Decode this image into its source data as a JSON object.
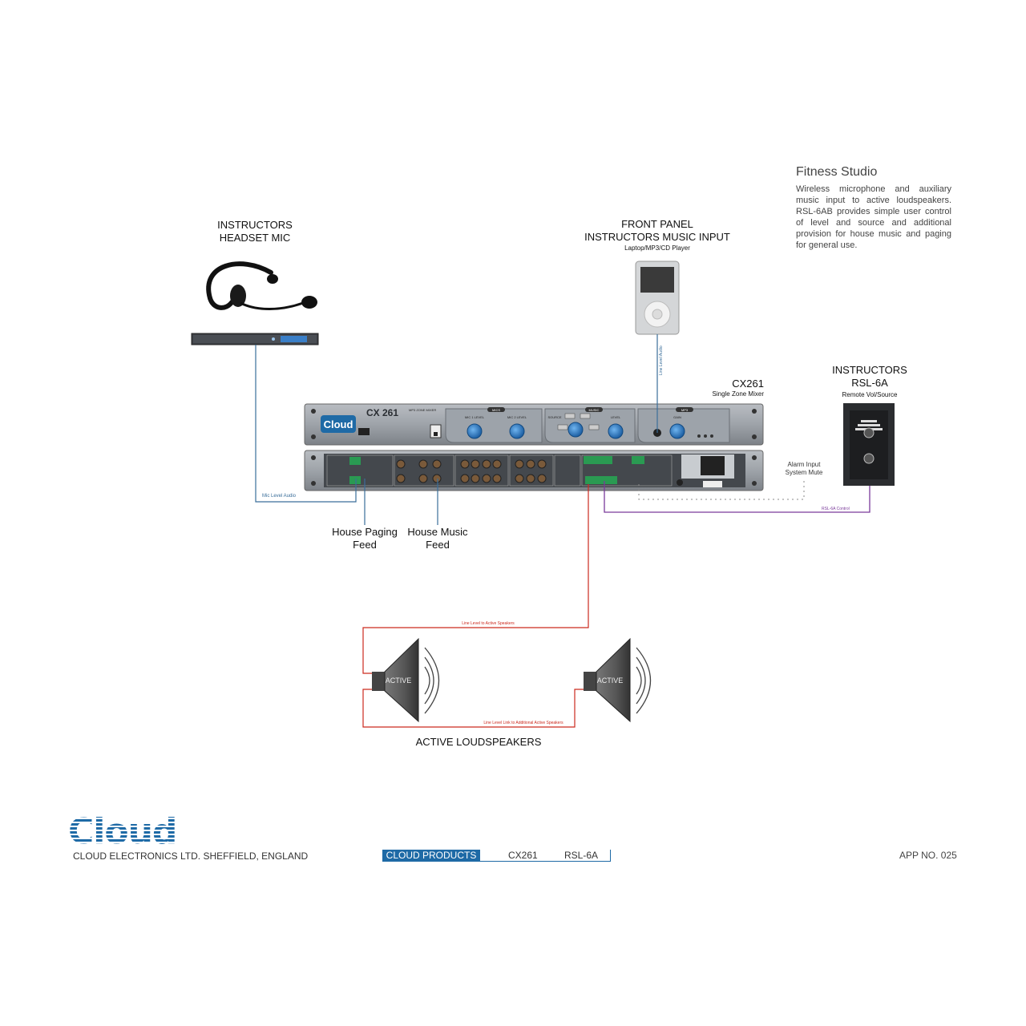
{
  "description": {
    "title": "Fitness Studio",
    "body": "Wireless microphone and auxiliary music input to active loudspeakers. RSL-6AB provides simple user control of level and source and additional provision for house music and paging for general use."
  },
  "headset": {
    "title_line1": "INSTRUCTORS",
    "title_line2": "HEADSET MIC"
  },
  "music_input": {
    "line1": "FRONT PANEL",
    "line2": "INSTRUCTORS MUSIC INPUT",
    "sub": "Laptop/MP3/CD Player"
  },
  "mixer": {
    "name": "CX261",
    "subtitle": "Single Zone Mixer",
    "model_text": "CX 261",
    "brand": "Cloud",
    "panel_label": "MP3 ZONE MIXER",
    "mic1_level": "MIC 1 LEVEL",
    "mic2_level": "MIC 2 LEVEL",
    "source": "SOURCE",
    "level": "LEVEL",
    "gain": "GAIN",
    "mics": "MICS",
    "music": "MUSIC",
    "mp3": "MP3"
  },
  "rsl": {
    "line1": "INSTRUCTORS",
    "line2": "RSL-6A",
    "sub": "Remote Vol/Source"
  },
  "labels": {
    "mic_level_audio": "Mic Level Audio",
    "line_level_audio": "Line Level Audio",
    "alarm_input": "Alarm Input",
    "system_mute": "System Mute",
    "rsl_control": "RSL-6A Control",
    "house_paging_1": "House Paging",
    "house_paging_2": "Feed",
    "house_music_1": "House Music",
    "house_music_2": "Feed",
    "line_level_active": "Line Level to Active Speakers",
    "line_level_link": "Line Level Link to Additional Active Speakers",
    "active": "ACTIVE",
    "active_loudspeakers": "ACTIVE LOUDSPEAKERS"
  },
  "footer": {
    "logo": "Cloud",
    "company": "CLOUD ELECTRONICS LTD. SHEFFIELD, ENGLAND",
    "products_label": "CLOUD PRODUCTS",
    "product1": "CX261",
    "product2": "RSL-6A",
    "app_no": "APP NO. 025"
  },
  "colors": {
    "mic_line": "#3a6e9a",
    "speaker_line": "#cc2a1e",
    "control_line": "#7a3a9a",
    "brand_blue": "#1e6aa6",
    "knob_blue": "#2a7ac8"
  }
}
